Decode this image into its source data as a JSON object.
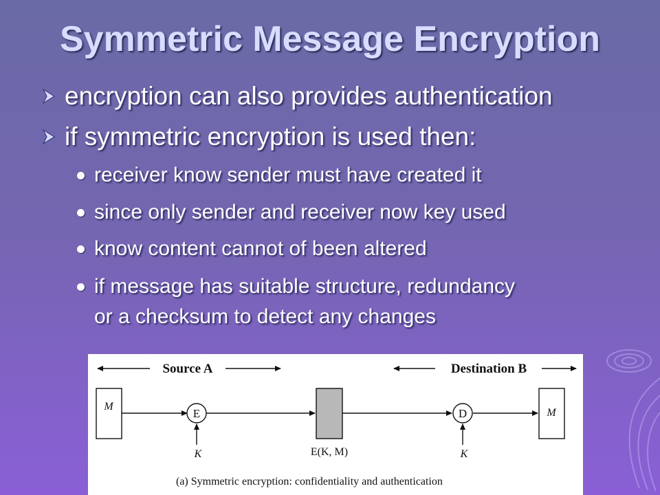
{
  "slide": {
    "title": "Symmetric Message Encryption",
    "bullets": [
      {
        "text": "encryption can also provides authentication"
      },
      {
        "text": "if symmetric encryption is used then:"
      }
    ],
    "sub_bullets": [
      {
        "text": "receiver know sender must have created it"
      },
      {
        "text": "since only sender and receiver now key used"
      },
      {
        "text": "know content cannot of been altered"
      },
      {
        "text": "if message has suitable structure, redundancy"
      },
      {
        "text": "or a checksum to detect any changes"
      }
    ]
  },
  "diagram": {
    "source_label": "Source A",
    "destination_label": "Destination B",
    "message_left": "M",
    "message_right": "M",
    "encrypt_node": "E",
    "decrypt_node": "D",
    "key_left": "K",
    "key_right": "K",
    "ciphertext_label": "E(K, M)",
    "caption": "(a) Symmetric encryption: confidentiality and authentication"
  }
}
